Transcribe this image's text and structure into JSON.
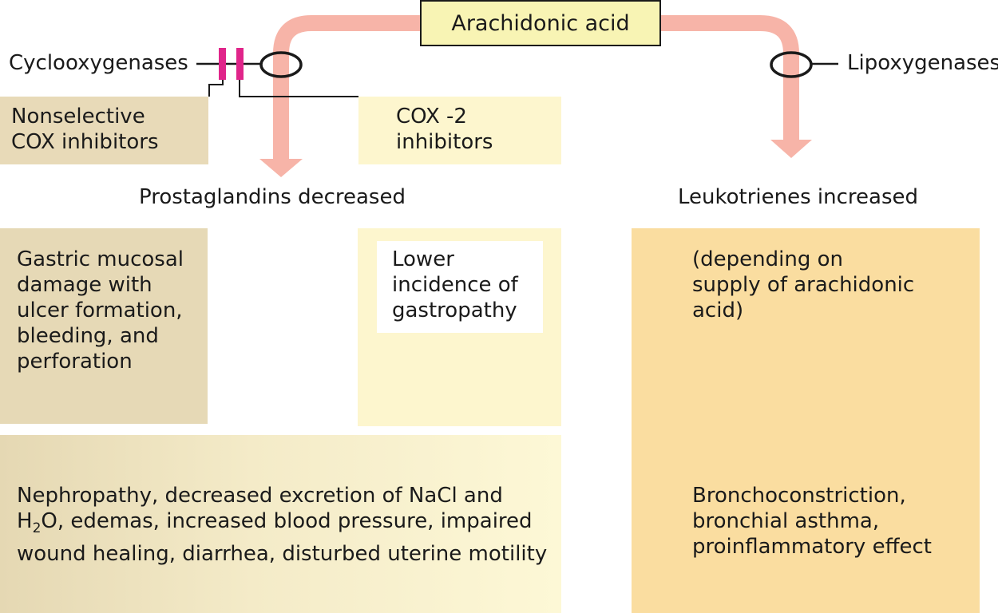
{
  "header": {
    "arachidonic_acid": "Arachidonic acid"
  },
  "enzymes": {
    "cyclooxygenases": "Cyclooxygenases",
    "lipoxygenases": "Lipoxygenases"
  },
  "inhibitors": {
    "nonselective": [
      "Nonselective",
      "COX inhibitors"
    ],
    "cox2": [
      "COX -2",
      "inhibitors"
    ]
  },
  "outcomes": {
    "prostaglandins": "Prostaglandins decreased",
    "leukotrienes": "Leukotrienes increased"
  },
  "effects": {
    "gastric": [
      "Gastric mucosal",
      "damage with",
      "ulcer formation,",
      "bleeding, and",
      "perforation"
    ],
    "lower_incidence": [
      "Lower",
      "incidence of",
      "gastropathy"
    ],
    "leukotriene_supply": [
      "(depending on",
      "supply of arachidonic",
      "acid)"
    ],
    "nephropathy": {
      "line1": "Nephropathy, decreased excretion of NaCl  and",
      "line2_h": "H",
      "line2_sub": "2",
      "line2_o": "O, edemas, increased blood pressure, impaired",
      "line3": "wound healing, diarrhea, disturbed uterine motility"
    },
    "bronchial": [
      "Bronchoconstriction,",
      "bronchial asthma,",
      "proinflammatory effect"
    ]
  },
  "colors": {
    "arrow": "#f7b4a8",
    "blocker": "#e0258a",
    "title_fill": "#f8f4b4",
    "nonselective_fill": "#e8dab8",
    "cox2_fill": "#fdf6ce",
    "leukotriene_fill": "#fadda0"
  }
}
